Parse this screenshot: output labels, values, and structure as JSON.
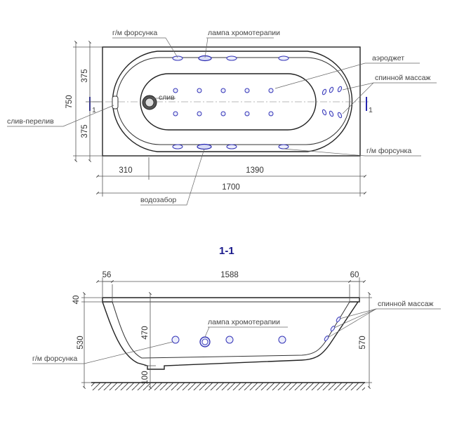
{
  "plan": {
    "labels": {
      "gm_nozzle_top": "г/м форсунка",
      "chromo_lamp_top": "лампа хромотерапии",
      "aerojet": "аэроджет",
      "spinal_massage": "спинной массаж",
      "drain": "слив",
      "overflow": "слив-перелив",
      "gm_nozzle_bottom": "г/м форсунка",
      "water_intake": "водозабор"
    },
    "dims": {
      "half_width_top": "375",
      "half_width_bottom": "375",
      "total_width": "750",
      "head_offset": "310",
      "basin_length": "1390",
      "total_length": "1700"
    },
    "section_marks": {
      "left": "1",
      "right": "1"
    }
  },
  "section": {
    "title": "1-1",
    "labels": {
      "chromo_lamp": "лампа хромотерапии",
      "spinal_massage": "спинной массаж",
      "gm_nozzle": "г/м форсунка"
    },
    "dims": {
      "rim_left": "56",
      "inner_length": "1588",
      "rim_right": "60",
      "rim_thickness": "40",
      "overall_height": "530",
      "basin_depth": "470",
      "leg_height": "100",
      "back_height": "570"
    }
  },
  "colors": {
    "jet_stroke": "#2828b0",
    "jet_fill": "#d8dcf6",
    "title": "#1a1a8c"
  }
}
